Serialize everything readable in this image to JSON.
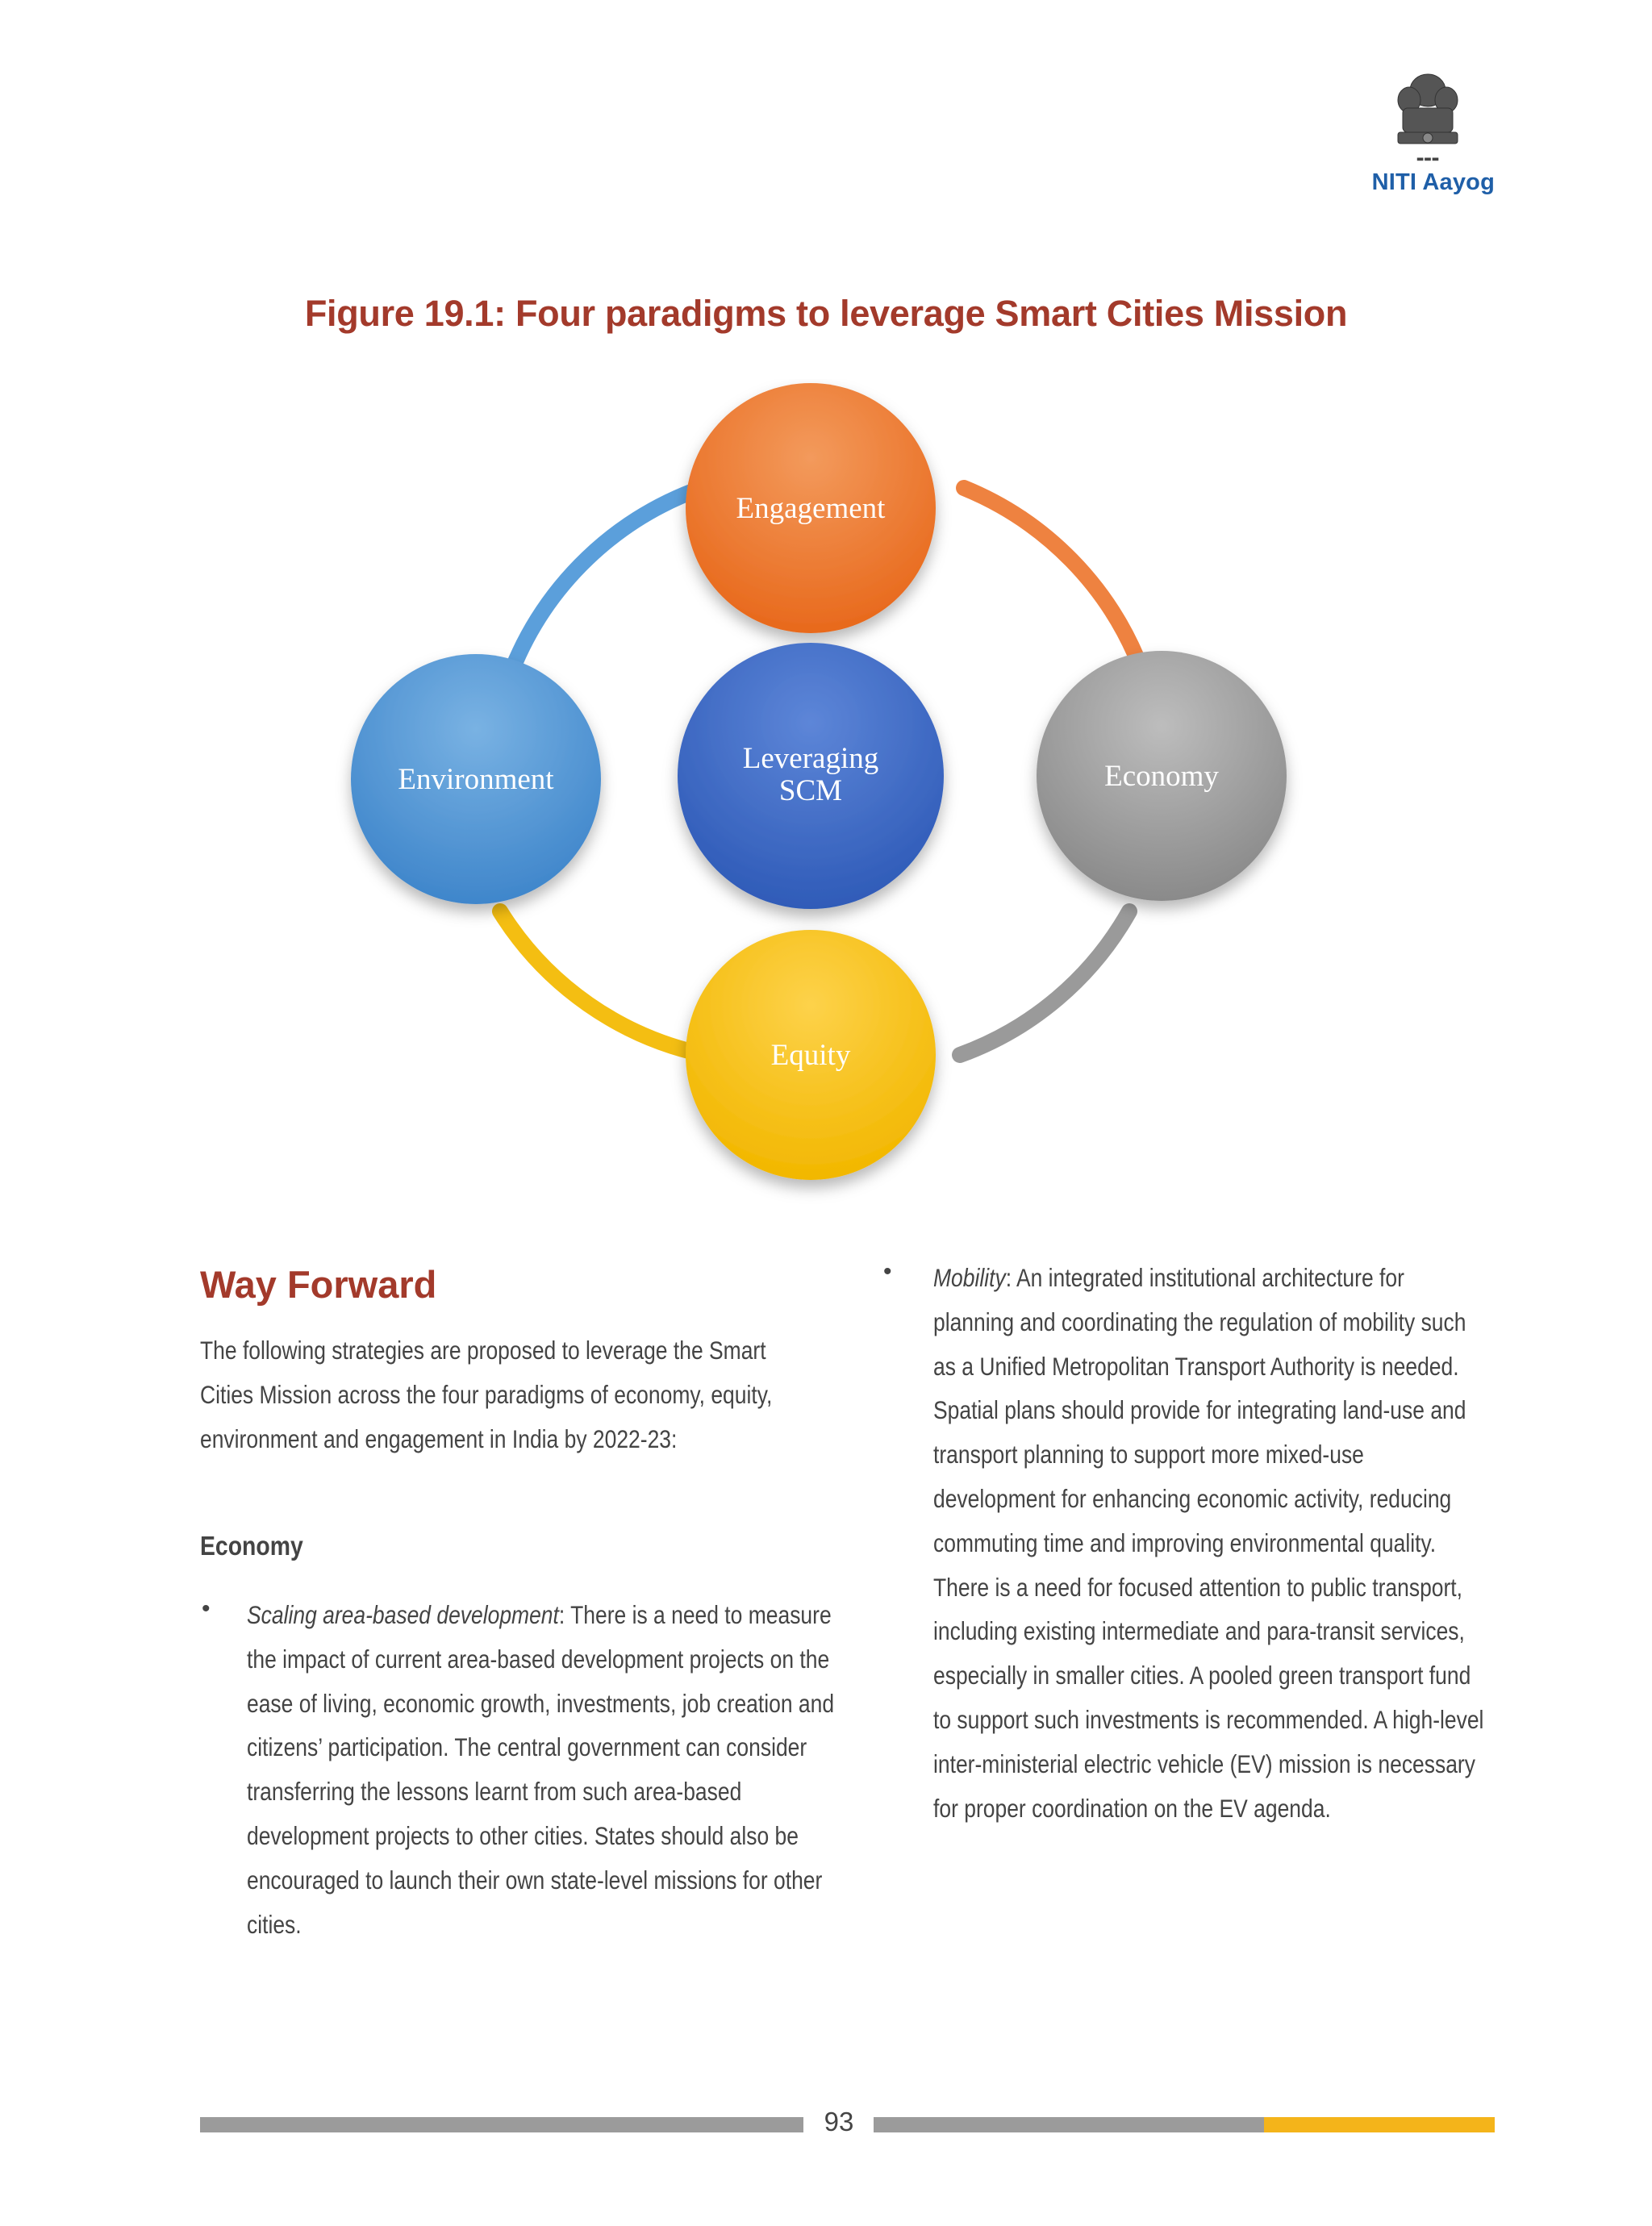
{
  "header": {
    "emblem_icon": "national-emblem-icon",
    "org_name": "NITI Aayog"
  },
  "figure": {
    "title": "Figure 19.1: Four paradigms to leverage Smart Cities Mission",
    "center": "Leveraging SCM",
    "center_lines": [
      "Leveraging",
      "SCM"
    ],
    "nodes": [
      {
        "label": "Engagement",
        "color": "#ec7a2e"
      },
      {
        "label": "Economy",
        "color": "#9a9a9a"
      },
      {
        "label": "Equity",
        "color": "#f7c41a"
      },
      {
        "label": "Environment",
        "color": "#4f95d3"
      }
    ],
    "center_color": "#3b69c8"
  },
  "section": {
    "heading": "Way Forward",
    "intro": "The following strategies are proposed to leverage the Smart Cities Mission across the four paradigms of economy, equity, environment and engagement in India by 2022-23:",
    "economy_heading": "Economy",
    "bullets": [
      {
        "term": "Scaling area-based development",
        "text": ": There is a need to measure the impact of current area-based development projects on the ease of living, economic growth, investments, job creation and citizens’ participation. The central government can consider transferring the lessons learnt from such area-based development projects to other cities. States should also be encouraged to launch their own state-level missions for other cities."
      },
      {
        "term": "Mobility",
        "text": ": An integrated institutional architecture for planning and coordinating the regulation of mobility such as a Unified Metropolitan Transport Authority is needed. Spatial plans should provide for integrating land-use and transport planning to support more mixed-use development for enhancing economic activity, reducing commuting time and improving environmental quality. There is a need for focused attention to public transport, including existing intermediate and para-transit services, especially in smaller cities. A pooled green transport fund to support such investments is recommended. A high-level inter-ministerial electric vehicle (EV) mission is necessary for proper coordination on the EV agenda."
      }
    ]
  },
  "footer": {
    "page_number": "93",
    "bar_color": "#9b9b9b",
    "accent_color": "#f4b41a"
  }
}
